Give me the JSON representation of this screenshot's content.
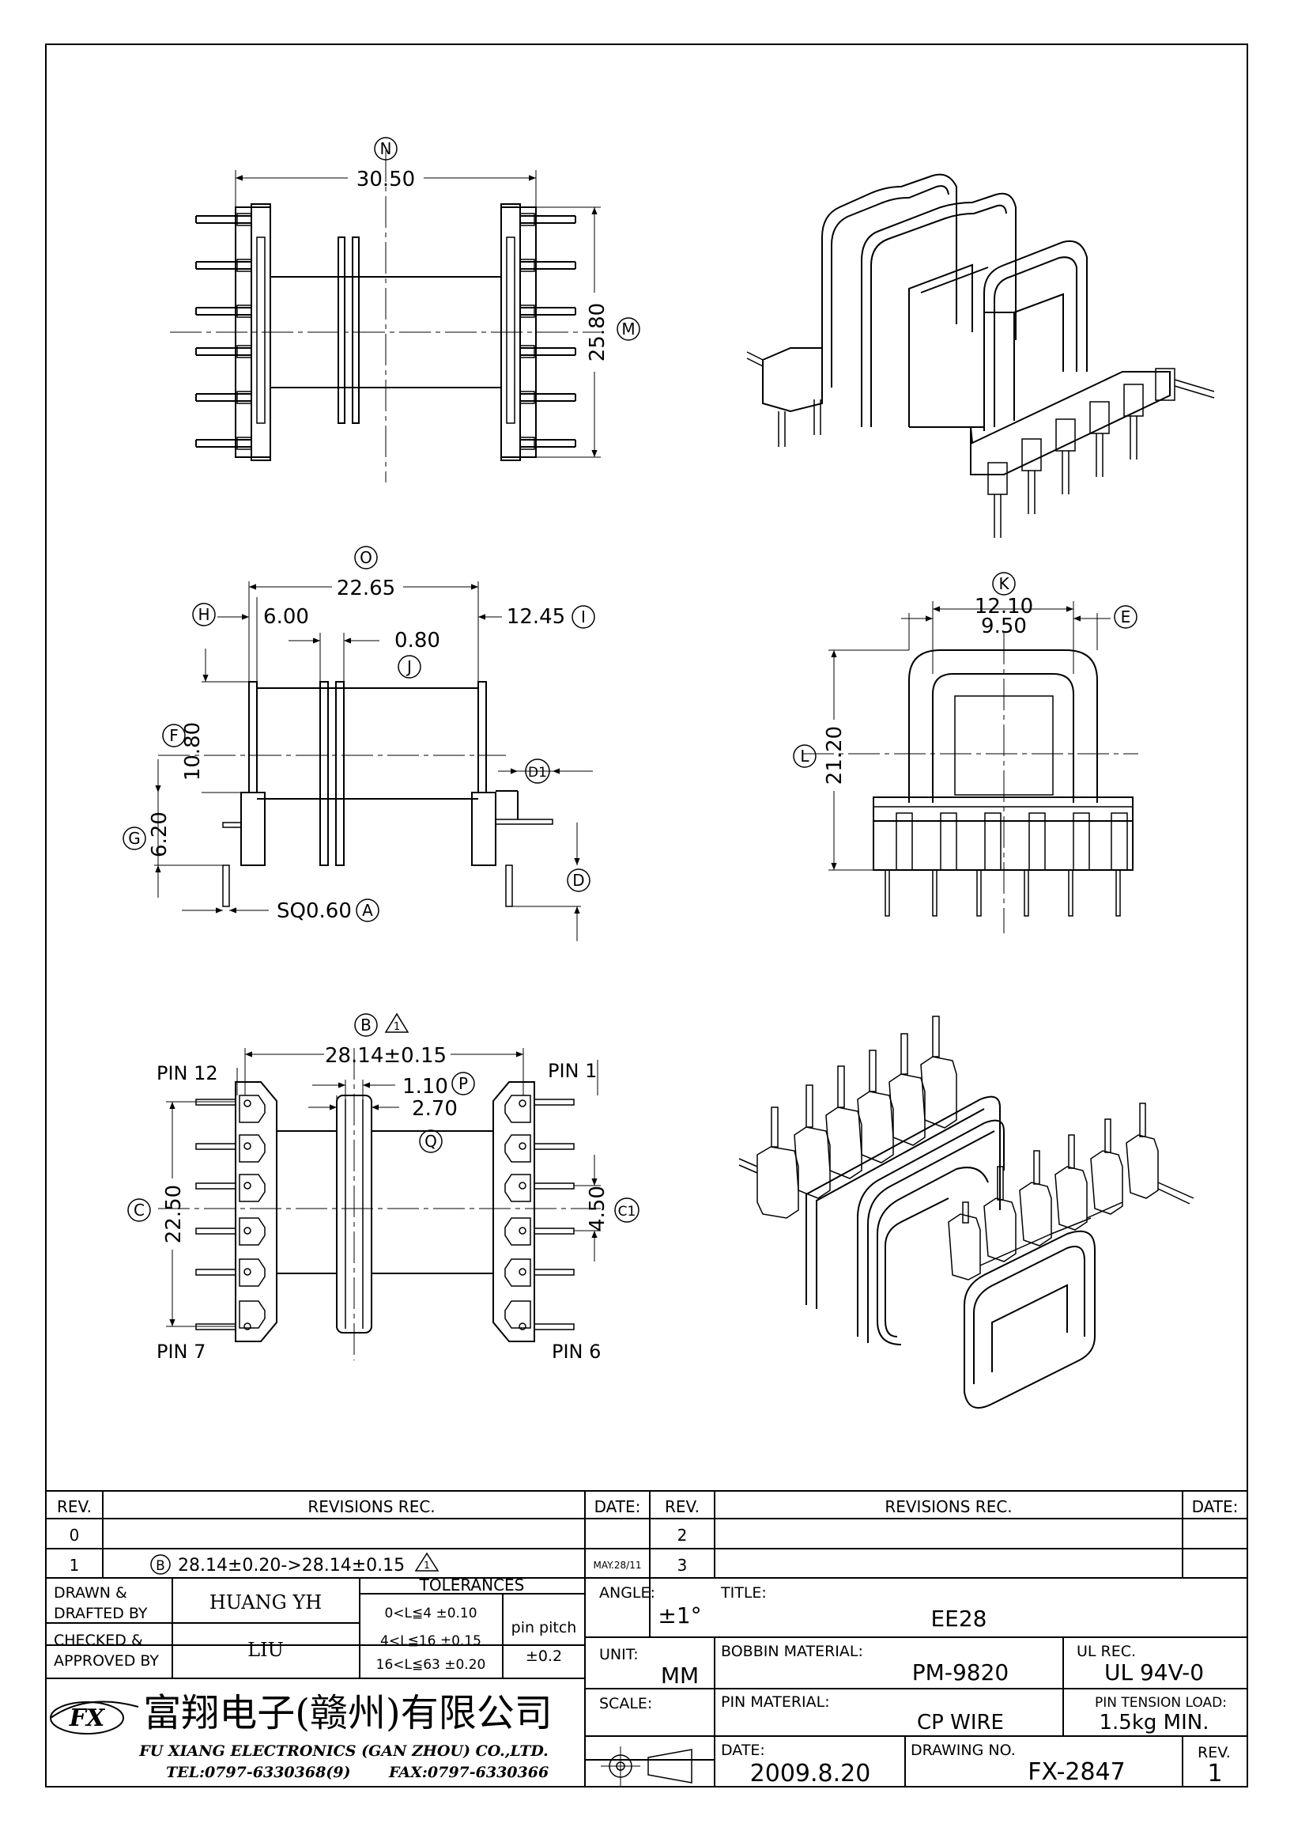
{
  "dims": {
    "N": {
      "letter": "N",
      "value": "30.50"
    },
    "M": {
      "letter": "M",
      "value": "25.80"
    },
    "O": {
      "letter": "O",
      "value": "22.65"
    },
    "H": {
      "letter": "H",
      "value": "6.00"
    },
    "I": {
      "letter": "I",
      "value": "12.45"
    },
    "J": {
      "letter": "J",
      "value": "0.80"
    },
    "F": {
      "letter": "F",
      "value": "10.80"
    },
    "G": {
      "letter": "G",
      "value": "6.20"
    },
    "D1": {
      "letter": "D1"
    },
    "D": {
      "letter": "D"
    },
    "A": {
      "letter": "A",
      "value": "SQ0.60"
    },
    "K": {
      "letter": "K",
      "value": "12.10"
    },
    "K2": {
      "value": "9.50"
    },
    "E": {
      "letter": "E"
    },
    "L": {
      "letter": "L",
      "value": "21.20"
    },
    "B": {
      "letter": "B",
      "value": "28.14±0.15",
      "revmark": "1"
    },
    "P": {
      "letter": "P",
      "value": "1.10"
    },
    "P2": {
      "value": "2.70"
    },
    "Q": {
      "letter": "Q"
    },
    "C": {
      "letter": "C",
      "value": "22.50"
    },
    "C1": {
      "letter": "C1",
      "value": "4.50"
    }
  },
  "pins": {
    "pin12": "PIN 12",
    "pin1": "PIN 1",
    "pin7": "PIN 7",
    "pin6": "PIN 6"
  },
  "table": {
    "rev_h": "REV.",
    "revisions_h": "REVISIONS   REC.",
    "date_h": "DATE:",
    "rev_h2": "REV.",
    "revisions_h2": "REVISIONS   REC.",
    "date_h2": "DATE:",
    "rows": [
      {
        "rev": "0",
        "rec": "",
        "date": "",
        "rev2": "2"
      },
      {
        "rev": "1",
        "rec_letter": "B",
        "rec": "28.14±0.20->28.14±0.15",
        "rec_mark": "1",
        "date": "MAY.28/11",
        "rev2": "3"
      }
    ],
    "drawn_l1": "DRAWN  &",
    "drawn_l2": "DRAFTED BY",
    "drawn_v": "HUANG YH",
    "checked_l1": "CHECKED  &",
    "checked_l2": "APPROVED BY",
    "checked_v": "LIU",
    "tol_h": "TOLERANCES",
    "tol1": "0<L≦4    ±0.10",
    "tol2": "4<L≦16  ±0.15",
    "tol3": "16<L≦63  ±0.20",
    "pitch_l": "pin pitch",
    "pitch_v": "±0.2",
    "angle_l": "ANGLE:",
    "angle_v": "±1°",
    "unit_l": "UNIT:",
    "unit_v": "MM",
    "scale_l": "SCALE:",
    "title_l": "TITLE:",
    "title_v": "EE28",
    "bobbin_l": "BOBBIN MATERIAL:",
    "bobbin_v": "PM-9820",
    "ul_l": "UL REC.",
    "ul_v": "UL 94V-0",
    "pinmat_l": "PIN MATERIAL:",
    "pinmat_v": "CP WIRE",
    "tension_l": "PIN TENSION LOAD:",
    "tension_v": "1.5kg  MIN.",
    "date_l": "DATE:",
    "date_v": "2009.8.20",
    "dwg_l": "DRAWING NO.",
    "dwg_v": "FX-2847",
    "rev_l": "REV.",
    "rev_v": "1"
  },
  "company": {
    "logo": "FX",
    "name_cn": "富翔电子(赣州)有限公司",
    "name_en": "FU XIANG ELECTRONICS (GAN ZHOU) CO.,LTD.",
    "tel": "TEL:0797-6330368(9)",
    "fax": "FAX:0797-6330366"
  }
}
